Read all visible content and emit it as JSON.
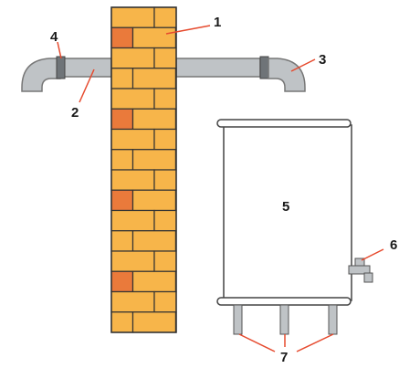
{
  "labels": {
    "wall": "1",
    "pipe_left": "2",
    "elbow_right": "3",
    "coupling_left": "4",
    "tank": "5",
    "tap": "6",
    "legs": "7"
  },
  "colors": {
    "brick_light": "#f7b54a",
    "brick_dark": "#ea7a3b",
    "mortar": "#333333",
    "pipe": "#bfc3c6",
    "pipe_dark": "#6f7478",
    "tank_fill": "#ffffff",
    "tank_stroke": "#444444",
    "callout": "#e64a2e"
  }
}
